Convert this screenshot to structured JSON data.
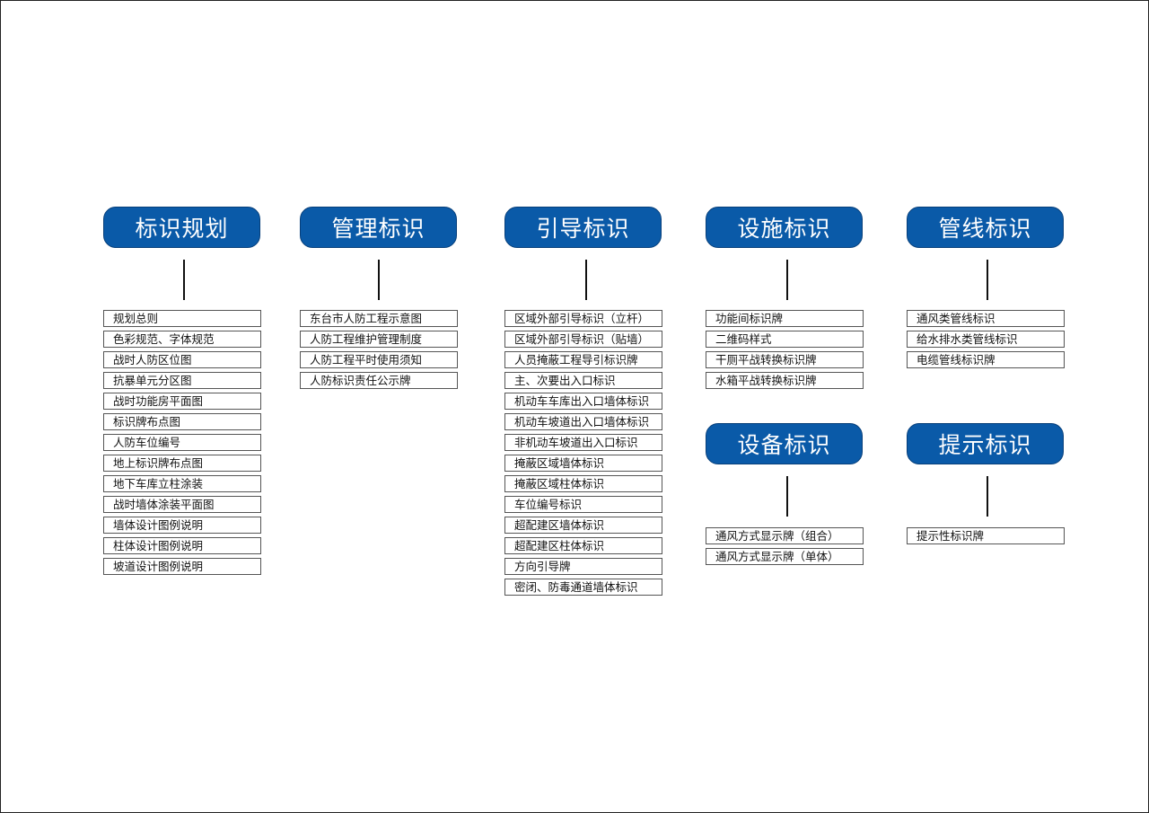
{
  "categories": [
    {
      "title": "标识规划",
      "items": [
        "规划总则",
        "色彩规范、字体规范",
        "战时人防区位图",
        "抗暴单元分区图",
        "战时功能房平面图",
        "标识牌布点图",
        "人防车位编号",
        "地上标识牌布点图",
        "地下车库立柱涂装",
        "战时墙体涂装平面图",
        "墙体设计图例说明",
        "柱体设计图例说明",
        "坡道设计图例说明"
      ]
    },
    {
      "title": "管理标识",
      "items": [
        "东台市人防工程示意图",
        "人防工程维护管理制度",
        "人防工程平时使用须知",
        "人防标识责任公示牌"
      ]
    },
    {
      "title": "引导标识",
      "items": [
        "区域外部引导标识（立杆）",
        "区域外部引导标识（贴墙）",
        "人员掩蔽工程导引标识牌",
        "主、次要出入口标识",
        "机动车车库出入口墙体标识",
        "机动车坡道出入口墙体标识",
        "非机动车坡道出入口标识",
        "掩蔽区域墙体标识",
        "掩蔽区域柱体标识",
        "车位编号标识",
        "超配建区墙体标识",
        "超配建区柱体标识",
        "方向引导牌",
        "密闭、防毒通道墙体标识"
      ]
    },
    {
      "title": "设施标识",
      "items": [
        "功能间标识牌",
        "二维码样式",
        "干厕平战转换标识牌",
        "水箱平战转换标识牌"
      ]
    },
    {
      "title": "管线标识",
      "items": [
        "通风类管线标识",
        "给水排水类管线标识",
        "电缆管线标识牌"
      ]
    },
    {
      "title": "设备标识",
      "items": [
        "通风方式显示牌（组合）",
        "通风方式显示牌（单体）"
      ]
    },
    {
      "title": "提示标识",
      "items": [
        "提示性标识牌"
      ]
    }
  ],
  "colors": {
    "header_bg": "#0a5aa8",
    "header_text": "#ffffff",
    "box_border": "#555555",
    "connector": "#111111"
  }
}
